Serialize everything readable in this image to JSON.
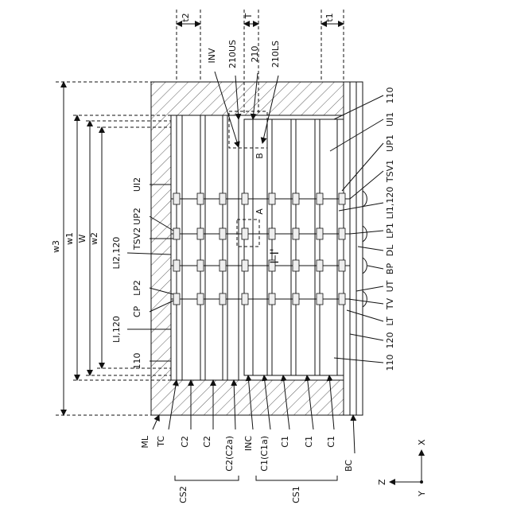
{
  "figure_label": "I–I'",
  "dimensions": {
    "w3": "w3",
    "w1": "w1",
    "W": "W",
    "w2": "w2",
    "t2": "t2",
    "T": "T",
    "t1": "t1"
  },
  "labels_top": {
    "inv": "INV",
    "210us": "210US",
    "210": "210",
    "210ls": "210LS",
    "b": "B"
  },
  "labels_right": [
    "110",
    "UI1",
    "UP1",
    "TSV1",
    "LI1,120",
    "LP1",
    "DL",
    "BP",
    "UT",
    "TV",
    "LT",
    "120",
    "110"
  ],
  "labels_left": {
    "ui2": "UI2",
    "up2": "UP2",
    "tsv2": "TSV2",
    "li2_120": "LI2,120",
    "lp2": "LP2",
    "cp": "CP",
    "li_120": "LI,120",
    "l110": "110",
    "a": "A"
  },
  "labels_bottom": [
    "ML",
    "TC",
    "C2",
    "C2",
    "C2(C2a)",
    "INC",
    "C1(C1a)",
    "C1",
    "C1",
    "C1",
    "BC"
  ],
  "groups": {
    "cs2": "CS2",
    "cs1": "CS1"
  },
  "axes": {
    "x": "X",
    "z": "Z",
    "y": "Y"
  }
}
